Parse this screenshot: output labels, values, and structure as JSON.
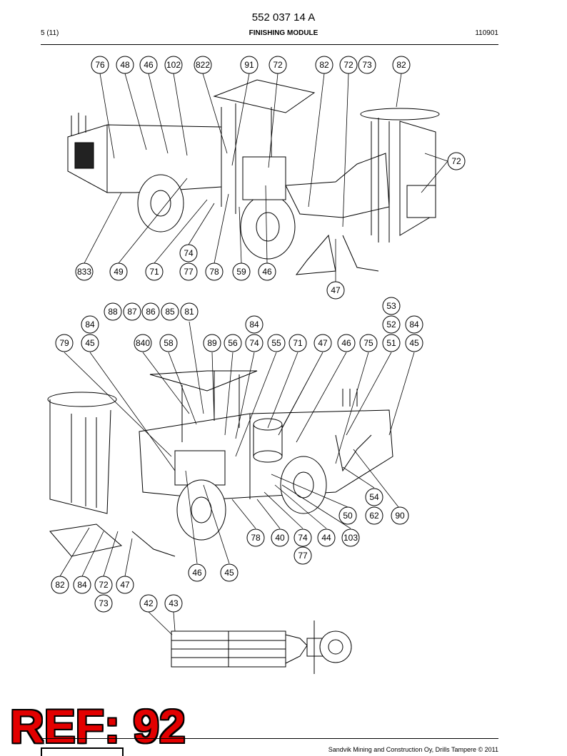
{
  "header": {
    "doc_number": "552 037 14 A",
    "page": "5 (11)",
    "title": "FINISHING MODULE",
    "date": "110901"
  },
  "footer": {
    "text": "Sandvik Mining and Construction Oy, Drills Tampere © 2011"
  },
  "stamp": {
    "text": "REF: 92",
    "color": "#e30000"
  },
  "callouts_view1": [
    "76",
    "48",
    "46",
    "102",
    "822",
    "91",
    "72",
    "82",
    "72",
    "73",
    "82",
    "72",
    "74",
    "833",
    "49",
    "71",
    "77",
    "78",
    "59",
    "46",
    "47"
  ],
  "callouts_view2": [
    "88",
    "87",
    "86",
    "85",
    "81",
    "84",
    "84",
    "53",
    "52",
    "84",
    "79",
    "45",
    "840",
    "58",
    "89",
    "56",
    "74",
    "55",
    "71",
    "47",
    "46",
    "75",
    "51",
    "45",
    "54",
    "50",
    "62",
    "90",
    "78",
    "40",
    "74",
    "44",
    "103",
    "77",
    "46",
    "45",
    "82",
    "84",
    "72",
    "47",
    "73"
  ],
  "callouts_view3": [
    "42",
    "43"
  ]
}
